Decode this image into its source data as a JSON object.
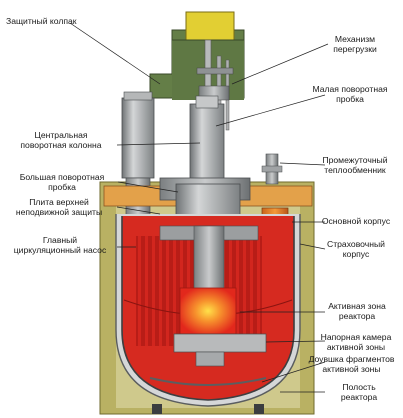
{
  "labels": {
    "protective_cap": "Защитный колпак",
    "reloading_mechanism": "Механизм\nперегрузки",
    "small_rotating_plug": "Малая поворотная\nпробка",
    "central_rotating_column": "Центральная\nповоротная колонна",
    "intermediate_heat_exchanger": "Промежуточный\nтеплообменник",
    "large_rotating_plug": "Большая поворотная\nпробка",
    "upper_shield_plate": "Плита верхней\nнеподвижной защиты",
    "main_vessel": "Основной корпус",
    "main_circulation_pump": "Главный\nциркуляционный насос",
    "guard_vessel": "Страховочный\nкорпус",
    "reactor_core": "Активная зона\nреактора",
    "core_pressure_chamber": "Напорная камера\nактивной зоны",
    "debris_tray": "Доувшка фрагментов\nактивной зоны",
    "reactor_cavity": "Полость\nреактора"
  },
  "colors": {
    "sodium": "#d6281f",
    "steel": "#9ea1a3",
    "concrete": "#b7b060",
    "cap": "#607a46",
    "core": "#e94a1f"
  }
}
